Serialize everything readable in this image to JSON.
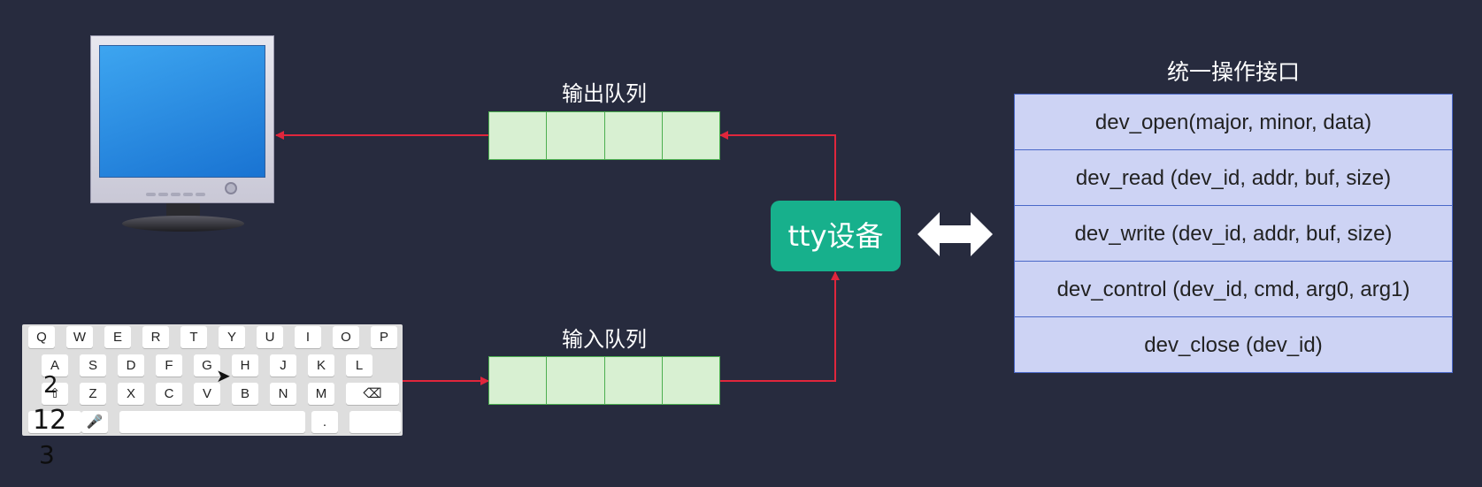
{
  "output_queue": {
    "label": "输出队列",
    "cells": 4
  },
  "input_queue": {
    "label": "输入队列",
    "cells": 4
  },
  "tty": {
    "label": "tty设备"
  },
  "interface": {
    "title": "统一操作接口",
    "rows": [
      "dev_open(major, minor, data)",
      "dev_read (dev_id, addr, buf, size)",
      "dev_write (dev_id, addr, buf, size)",
      "dev_control (dev_id, cmd, arg0, arg1)",
      "dev_close (dev_id)"
    ]
  },
  "keyboard": {
    "row1": [
      "Q",
      "W",
      "E",
      "R",
      "T",
      "Y",
      "U",
      "I",
      "O",
      "P"
    ],
    "row2": [
      "A",
      "S",
      "D",
      "F",
      "G",
      "H",
      "J",
      "K",
      "L"
    ],
    "row3": [
      "⇧",
      "Z",
      "X",
      "C",
      "V",
      "B",
      "N",
      "M",
      "⌫"
    ],
    "row4": [
      "",
      "🎤",
      "",
      ".",
      ""
    ]
  },
  "overlay_numbers": [
    "2",
    "12",
    "3"
  ],
  "colors": {
    "background": "#272b3e",
    "arrow": "#e0263c",
    "queue_fill": "#d8f0d2",
    "queue_border": "#4caf50",
    "tty_fill": "#17b08c",
    "table_fill": "#cdd3f4",
    "table_border": "#4a68c8"
  },
  "icons": {
    "monitor": "monitor-icon",
    "keyboard": "keyboard-icon",
    "cursor": "mouse-cursor-icon",
    "double_arrow": "double-arrow-icon"
  }
}
